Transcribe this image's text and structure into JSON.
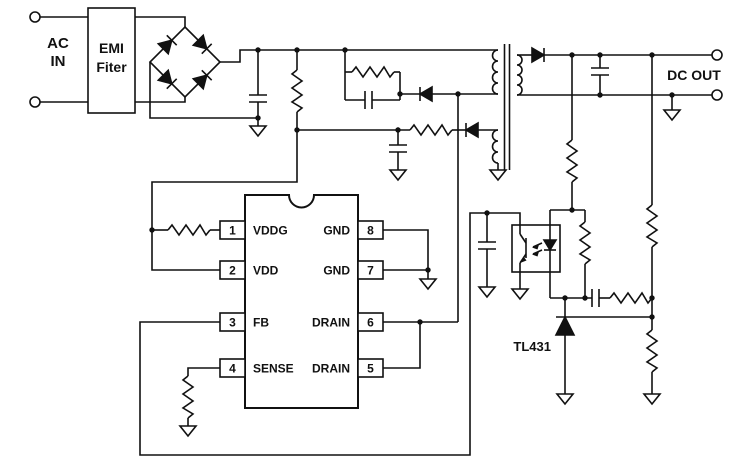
{
  "labels": {
    "ac_in": [
      "AC",
      "IN"
    ],
    "emi_filter": [
      "EMI",
      "Fiter"
    ],
    "dc_out": "DC OUT",
    "tl431": "TL431"
  },
  "ic": {
    "left_pins": [
      {
        "number": "1",
        "name": "VDDG"
      },
      {
        "number": "2",
        "name": "VDD"
      },
      {
        "number": "3",
        "name": "FB"
      },
      {
        "number": "4",
        "name": "SENSE"
      }
    ],
    "right_pins": [
      {
        "number": "8",
        "name": "GND"
      },
      {
        "number": "7",
        "name": "GND"
      },
      {
        "number": "6",
        "name": "DRAIN"
      },
      {
        "number": "5",
        "name": "DRAIN"
      }
    ]
  },
  "colors": {
    "stroke": "#111111",
    "background": "#ffffff"
  }
}
